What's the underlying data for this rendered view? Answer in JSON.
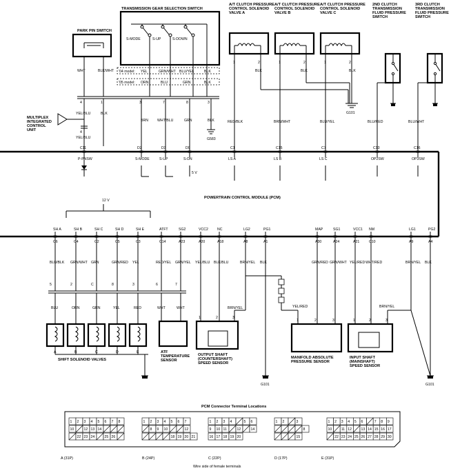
{
  "titles": {
    "gear_switch": "TRANSMISSION GEAR SELECTION SWITCH",
    "park_pin": "PARK PIN SWITCH",
    "valve_a": [
      "A/T CLUTCH PRESSURE",
      "CONTROL SOLENOID",
      "VALVE A"
    ],
    "valve_b": [
      "A/T CLUTCH PRESSURE",
      "CONTROL SOLENOID",
      "VALVE B"
    ],
    "valve_c": [
      "A/T CLUTCH PRESSURE",
      "CONTROL SOLENOID",
      "VALVE C"
    ],
    "clutch2": [
      "2ND CLUTCH",
      "TRANSMISSION",
      "FLUID PRESSURE",
      "SWITCH"
    ],
    "clutch3": [
      "3RD CLUTCH",
      "TRANSMISSION",
      "FLUID PRESSURE",
      "SWITCH"
    ],
    "multiplex": [
      "MULTIPLEX",
      "INTEGRATED",
      "CONTROL",
      "UNIT"
    ],
    "pcm": "POWERTRAIN CONTROL MODULE (PCM)",
    "shift_solenoids": "SHIFT SOLENOID VALVES",
    "atf_sensor": [
      "ATF",
      "TEMPERATURE",
      "SENSOR"
    ],
    "output_sensor": [
      "OUTPUT SHAFT",
      "(COUNTERSHAFT)",
      "SPEED SENSOR"
    ],
    "map_sensor": [
      "MANIFOLD ABSOLUTE",
      "PRESSURE SENSOR"
    ],
    "input_sensor": [
      "INPUT SHAFT",
      "(MAINSHAFT)",
      "SPEED SENSOR"
    ],
    "connector_title": "PCM Connector Terminal Locations",
    "wire_side": "Wire side of female terminals"
  },
  "switch_modes": [
    "S-MODE",
    "S-UP",
    "S-DOWN"
  ],
  "model_rows": [
    {
      "label": "'04 model:",
      "colors": [
        "YEL",
        "GRN/WHT",
        "BLU/YEL",
        "BLK"
      ]
    },
    {
      "label": "'05 model:",
      "colors": [
        "ORN",
        "BLU",
        "GRN",
        "BLK"
      ]
    }
  ],
  "upper_wires": {
    "park_left": "WHT",
    "park_right": "BLK/WHT",
    "mux_pin4": "4",
    "mux_pin1": "1",
    "mux_wire": "YEL/BLU",
    "mux_wire2": "BLK",
    "mux_wire_low": "YEL/BLU",
    "mux_pin4b": "4",
    "sw_pin3": "3",
    "sw_pin7": "7",
    "sw_pin8": "8",
    "sw_pin3b": "3",
    "brn": "BRN",
    "wht_blu": "WHT/BLU",
    "grn": "GRN",
    "blk": "BLK",
    "g583": "G583",
    "va_pin1": "1",
    "va_pin2": "2",
    "vb_pin1": "1",
    "vb_pin2": "2",
    "vc_pin1": "1",
    "vc_pin2": "2",
    "va_blk": "BLK",
    "vb_blk": "BLK",
    "vc_blk": "BLK",
    "red_blk": "RED/BLK",
    "brn_wht": "BRN/WHT",
    "blu_yel": "BLU/YEL",
    "blu_red": "BLU/RED",
    "blu_wht": "BLU/WHT",
    "g101_top": "G101"
  },
  "pcm_top_pins": [
    {
      "code": "C11",
      "name": "P-PNSW"
    },
    {
      "code": "D2",
      "name": "S-MODE"
    },
    {
      "code": "D3",
      "name": "S-UP"
    },
    {
      "code": "D9",
      "name": "S-DN"
    },
    {
      "code": "C1",
      "name": "LS A"
    },
    {
      "code": "C15",
      "name": "LS B"
    },
    {
      "code": "C7",
      "name": "LS C"
    },
    {
      "code": "C13",
      "name": "OP2SW"
    },
    {
      "code": "C16",
      "name": "OP3SW"
    }
  ],
  "pcm_5v": "5 V",
  "supply_12v": "12 V",
  "pcm_bottom_pins": [
    {
      "name": "SH A",
      "code": "C6",
      "wire": "BLU/BLK",
      "pin": "5",
      "wire2": "BLU"
    },
    {
      "name": "SH B",
      "code": "C4",
      "wire": "GRN/WHT",
      "pin": "2",
      "wire2": "ORN"
    },
    {
      "name": "SH C",
      "code": "C2",
      "wire": "GRN",
      "pin": "C",
      "wire2": "GRN"
    },
    {
      "name": "SH D",
      "code": "C5",
      "wire": "GRN/RED",
      "pin": "8",
      "wire2": "YEL"
    },
    {
      "name": "SH E",
      "code": "C3",
      "wire": "YEL",
      "pin": "3",
      "wire2": "RED"
    },
    {
      "name": "ATFT",
      "code": "C14",
      "wire": "RED/YEL",
      "pin": "6",
      "wire2": "WHT"
    },
    {
      "name": "SG2",
      "code": "A23",
      "wire": "GRN/YEL",
      "pin": "7",
      "wire2": "WHT"
    },
    {
      "name": "VCC2",
      "code": "A20",
      "wire": "YEL/BLU",
      "pin": "",
      "wire2": ""
    },
    {
      "name": "NC",
      "code": "A18",
      "wire": "BLK/BLU",
      "pin": "",
      "wire2": ""
    },
    {
      "name": "LG2",
      "code": "A8",
      "wire": "BRN/YEL",
      "pin": "",
      "wire2": ""
    },
    {
      "name": "PG1",
      "code": "A1",
      "wire": "BLK",
      "pin": "",
      "wire2": ""
    },
    {
      "name": "MAP",
      "code": "A30",
      "wire": "GRN/RED",
      "pin": "",
      "wire2": ""
    },
    {
      "name": "SG1",
      "code": "A24",
      "wire": "GRN/WHT",
      "pin": "",
      "wire2": ""
    },
    {
      "name": "VCC1",
      "code": "A21",
      "wire": "YEL/RED",
      "pin": "",
      "wire2": ""
    },
    {
      "name": "NM",
      "code": "C10",
      "wire": "WHT/RED",
      "pin": "",
      "wire2": ""
    },
    {
      "name": "LG1",
      "code": "A9",
      "wire": "BRN/YEL",
      "pin": "",
      "wire2": ""
    },
    {
      "name": "PG2",
      "code": "A4",
      "wire": "BLK",
      "pin": "",
      "wire2": ""
    }
  ],
  "solenoid_letters": [
    "A",
    "B",
    "C",
    "D",
    "E"
  ],
  "sensor_pins": [
    "1",
    "2",
    "3"
  ],
  "lower_wires": {
    "out_brn_yel": "BRN/YEL",
    "map_yel_red": "YEL/RED",
    "in_brn_yel": "BRN/YEL",
    "g101_left": "G101",
    "g101_right": "G101"
  },
  "connectors": [
    {
      "label": "A (31P)",
      "rows": [
        [
          "1",
          "2",
          "3",
          "4",
          "5",
          "6",
          "7",
          "8"
        ],
        [
          "10",
          "",
          "12",
          "13",
          "14",
          "",
          "",
          ""
        ],
        [
          "",
          "22",
          "23",
          "24",
          "",
          "25",
          "26",
          ""
        ]
      ]
    },
    {
      "label": "B (24P)",
      "rows": [
        [
          "1",
          "2",
          "3",
          "4",
          "5",
          "6",
          "7"
        ],
        [
          "",
          "8",
          "9",
          "10",
          "",
          "",
          "12"
        ],
        [
          "",
          "",
          "",
          "",
          "18",
          "19",
          "20",
          "21"
        ]
      ]
    },
    {
      "label": "C (22P)",
      "rows": [
        [
          "1",
          "2",
          "3",
          "4",
          "",
          "5",
          "6"
        ],
        [
          "9",
          "10",
          "11",
          "",
          "12",
          "",
          "14"
        ],
        [
          "16",
          "17",
          "18",
          "19",
          "20"
        ]
      ]
    },
    {
      "label": "D (17P)",
      "rows": [
        [
          "1",
          "2",
          "",
          "3"
        ],
        [
          "",
          "",
          "",
          "",
          "8"
        ],
        [
          "",
          "",
          "",
          "15"
        ]
      ]
    },
    {
      "label": "E (31P)",
      "rows": [
        [
          "1",
          "2",
          "3",
          "4",
          "5",
          "6",
          "",
          "7",
          "8",
          "9"
        ],
        [
          "10",
          "",
          "11",
          "12",
          "",
          "13",
          "14",
          "15",
          "16",
          "17"
        ],
        [
          "",
          "22",
          "23",
          "24",
          "25",
          "26",
          "27",
          "28",
          "29",
          "30"
        ]
      ]
    }
  ]
}
